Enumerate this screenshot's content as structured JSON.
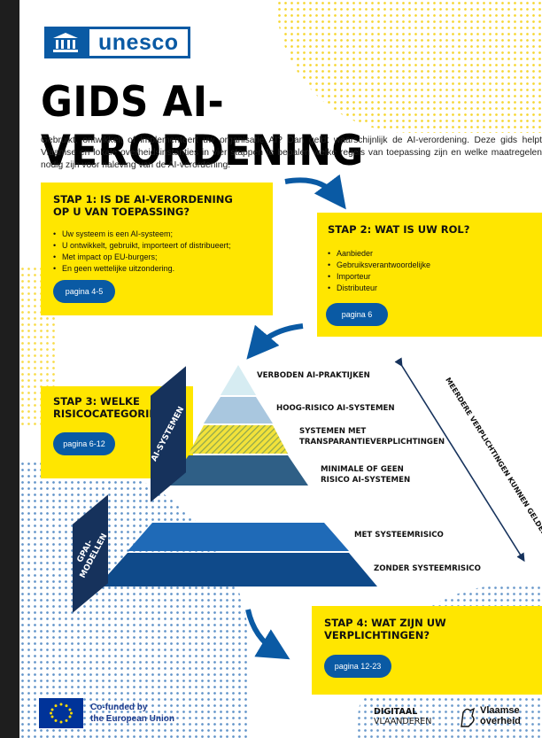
{
  "logo": {
    "text": "unesco",
    "mark_icon": "unesco-temple-icon"
  },
  "title": "GIDS AI-VERORDENING",
  "intro": "Gebruikt, ontwikkelt of implementeert uw organisatie AI? Dan geldt waarschijnlijk de AI-verordening. Deze gids helpt Vlaamse en lokale overheidsinstanties in vier stappen te bepalen welke regels van toepassing zijn en welke maatregelen nodig zijn voor naleving van de AI-verordening.",
  "step1": {
    "title_line1": "STAP 1: IS DE AI-VERORDENING",
    "title_line2": "OP U VAN TOEPASSING?",
    "bullets": [
      "Uw systeem is een AI-systeem;",
      "U ontwikkelt, gebruikt, importeert of distribueert;",
      "Met impact op EU-burgers;",
      "En geen wettelijke uitzondering."
    ],
    "page": "pagina 4-5"
  },
  "step2": {
    "title": "STAP 2: WAT IS UW ROL?",
    "bullets": [
      "Aanbieder",
      "Gebruiksverantwoordelijke",
      "Importeur",
      "Distributeur"
    ],
    "page": "pagina 6"
  },
  "step3": {
    "title_line1": "STAP 3: WELKE",
    "title_line2": "RISICOCATEGORIE?",
    "page": "pagina 6-12"
  },
  "step4": {
    "title_line1": "STAP 4: WAT ZIJN UW",
    "title_line2": "VERPLICHTINGEN?",
    "page": "pagina 12-23"
  },
  "pyramid": {
    "banner_ai": "AI-SYSTEMEN",
    "banner_gpai_line1": "GPAI-",
    "banner_gpai_line2": "MODELLEN",
    "levels": {
      "verboden": "VERBODEN AI-PRAKTIJKEN",
      "hoog": "HOOG-RISICO AI-SYSTEMEN",
      "transp_line1": "SYSTEMEN MET",
      "transp_line2": "TRANSPARANTIEVERPLICHTINGEN",
      "minimaal_line1": "MINIMALE OF GEEN",
      "minimaal_line2": "RISICO AI-SYSTEMEN",
      "met": "MET SYSTEEMRISICO",
      "zonder": "ZONDER SYSTEEMRISICO"
    },
    "side_note": "MEERDERE VERPLICHTINGEN KUNNEN GELDEN"
  },
  "footer": {
    "eu_line1": "Co-funded by",
    "eu_line2": "the European Union",
    "dv_line1": "DIGITAAL",
    "dv_line2": "VLAANDEREN",
    "vo_line1": "Vlaamse",
    "vo_line2": "overheid"
  },
  "colors": {
    "yellow": "#ffe600",
    "blue": "#0a5aa4",
    "navy": "#16325c"
  }
}
